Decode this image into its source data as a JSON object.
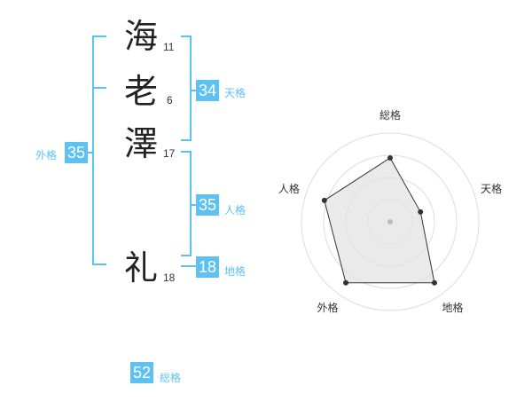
{
  "characters": [
    {
      "char": "海",
      "strokes": "11"
    },
    {
      "char": "老",
      "strokes": "6"
    },
    {
      "char": "澤",
      "strokes": "17"
    },
    {
      "char": "礼",
      "strokes": "18"
    }
  ],
  "fortunes": {
    "tenkaku": {
      "label": "天格",
      "value": "34"
    },
    "jinkaku": {
      "label": "人格",
      "value": "35"
    },
    "chikaku": {
      "label": "地格",
      "value": "18"
    },
    "gaikaku": {
      "label": "外格",
      "value": "35"
    },
    "soukaku": {
      "label": "総格",
      "value": "52"
    }
  },
  "colors": {
    "accent": "#5ec1f3",
    "text": "#222222",
    "radar_fill": "#eeeeee"
  },
  "chart_data": {
    "type": "radar",
    "axes": [
      "総格",
      "天格",
      "地格",
      "外格",
      "人格"
    ],
    "values": [
      0.72,
      0.36,
      0.85,
      0.85,
      0.78
    ],
    "range": [
      0,
      1
    ],
    "rings": 4
  }
}
